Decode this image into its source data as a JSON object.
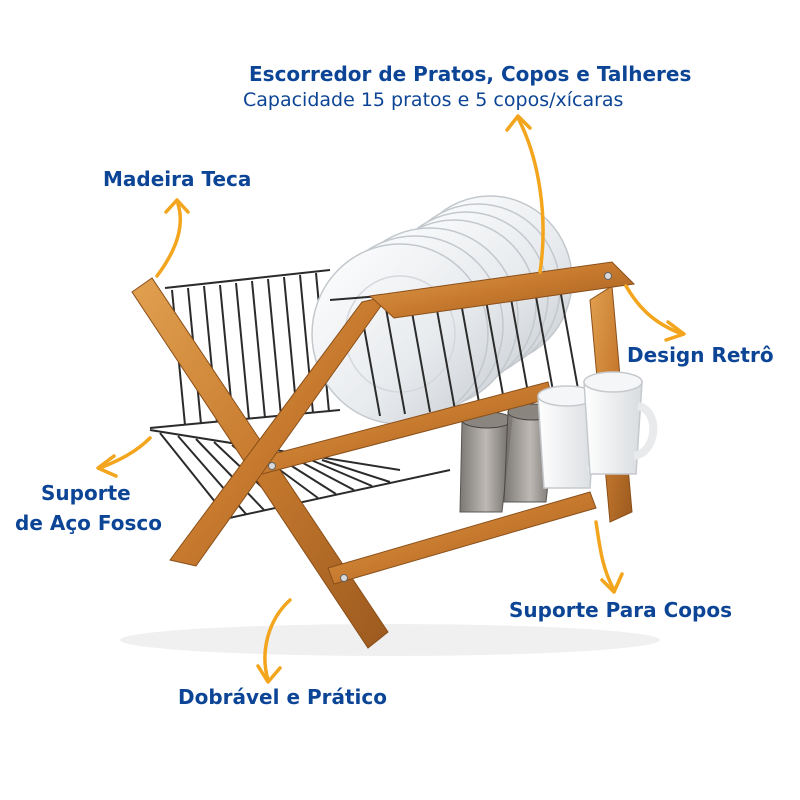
{
  "header": {
    "title": "Escorredor de Pratos, Copos e Talheres",
    "subtitle": "Capacidade 15 pratos e 5 copos/xícaras"
  },
  "callouts": {
    "wood": "Madeira Teca",
    "design": "Design Retrô",
    "steel_line1": "Suporte",
    "steel_line2": "de Aço Fosco",
    "cup_holder": "Suporte Para Copos",
    "foldable": "Dobrável e Prático"
  },
  "colors": {
    "label": "#0d4596",
    "arrow": "#f3a51d",
    "wood": "#c77a2e",
    "wire": "#2b2b2b",
    "plate": "#ebeef0"
  }
}
